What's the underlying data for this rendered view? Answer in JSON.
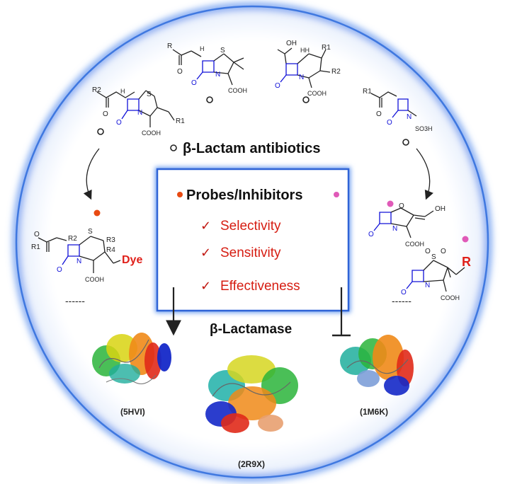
{
  "center_box": {
    "heading": "Probes/Inhibitors",
    "checkmark": "✓",
    "items": [
      "Selectivity",
      "Sensitivity",
      "Effectiveness"
    ]
  },
  "antibiotics_label": "β-Lactam antibiotics",
  "enzyme_label": "β-Lactamase",
  "structures": [
    {
      "id": "5HVI"
    },
    {
      "id": "2R9X"
    },
    {
      "id": "1M6K"
    }
  ],
  "atoms": {
    "cooh": "COOH",
    "s": "S",
    "n": "N",
    "o": "O",
    "oh": "OH",
    "h": "H",
    "hh": "HH",
    "so3h": "SO3H",
    "r": "R",
    "r1": "R1",
    "r2": "R2",
    "r3": "R3",
    "r4": "R4",
    "dye": "Dye",
    "r_red": "R"
  },
  "continuation": "------",
  "colors": {
    "ring_glow": "#5a8ee8",
    "box_glow": "#4a7fe6",
    "lactam_blue": "#1010d8",
    "probe_dot": "#e84a12",
    "inhibitor_dot": "#e05ab8",
    "feature_red": "#d61d12"
  }
}
